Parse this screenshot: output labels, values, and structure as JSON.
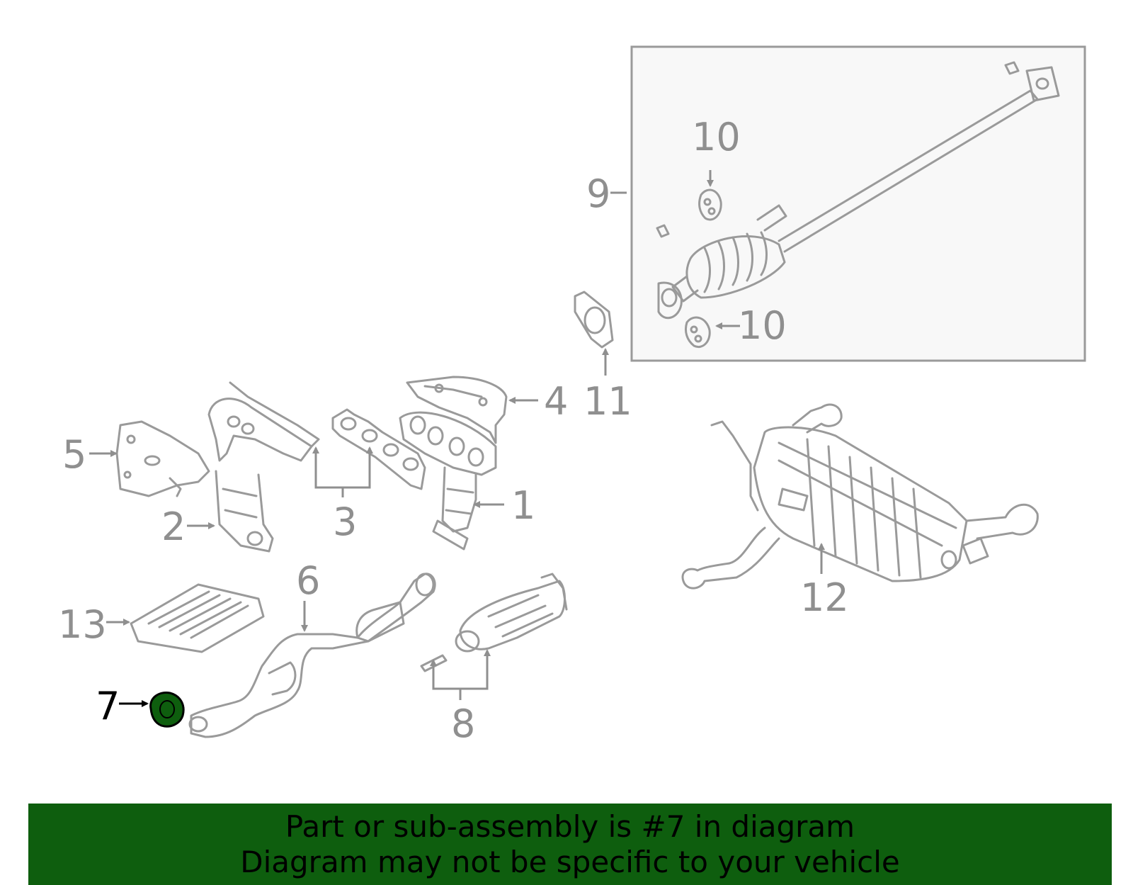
{
  "callouts": {
    "c1": "1",
    "c2": "2",
    "c3": "3",
    "c4": "4",
    "c5": "5",
    "c6": "6",
    "c7": "7",
    "c8": "8",
    "c9": "9",
    "c10a": "10",
    "c10b": "10",
    "c11": "11",
    "c12": "12",
    "c13": "13"
  },
  "highlight": {
    "part": "7",
    "color": "#0e5e0e"
  },
  "banner": {
    "line1": "Part or sub-assembly is #7 in diagram",
    "line2": "Diagram may not be specific to your vehicle"
  }
}
